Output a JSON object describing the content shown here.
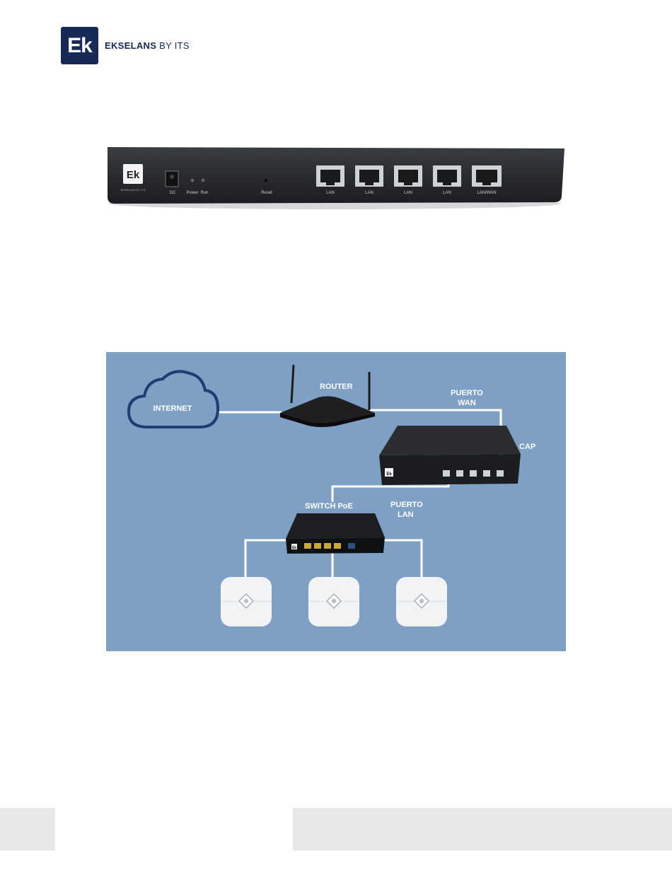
{
  "header": {
    "logo_mark": "Ek",
    "brand_bold": "EKSELANS",
    "brand_rest": " BY ITS"
  },
  "device_photo": {
    "logo_mark": "Ek",
    "logo_caption": "EKSELANS BY ITS",
    "dc_label": "DC",
    "power_label": "Power",
    "run_label": "Run",
    "reset_label": "Reset",
    "port_labels": [
      "LAN",
      "LAN",
      "LAN",
      "LAN",
      "LAN/WAN"
    ]
  },
  "diagram": {
    "internet_label": "INTERNET",
    "router_label": "ROUTER",
    "wan_line1": "PUERTO",
    "wan_line2": "WAN",
    "cap_label": "CAP",
    "switch_label": "SWITCH PoE",
    "lan_line1": "PUERTO",
    "lan_line2": "LAN",
    "cap_logo": "Ek",
    "switch_logo": "Ek",
    "colors": {
      "background": "#7ea0c5",
      "cloud": "#1e3d73",
      "line": "#ffffff"
    }
  },
  "footer": {}
}
